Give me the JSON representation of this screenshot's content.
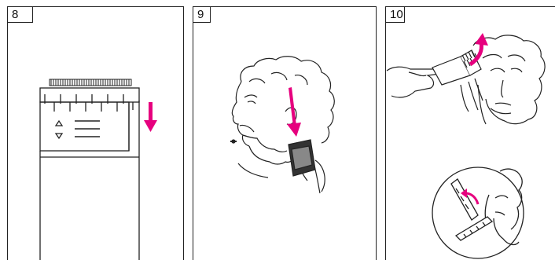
{
  "panels": [
    {
      "step": "8",
      "icon": "comb-attachment-removal-icon",
      "accent": "#e6007e"
    },
    {
      "step": "9",
      "icon": "beard-trimming-icon",
      "accent": "#e6007e"
    },
    {
      "step": "10",
      "icon": "hair-cutting-icon",
      "accent": "#e6007e"
    }
  ],
  "colors": {
    "line": "#222222",
    "accent": "#e6007e",
    "background": "#ffffff"
  }
}
